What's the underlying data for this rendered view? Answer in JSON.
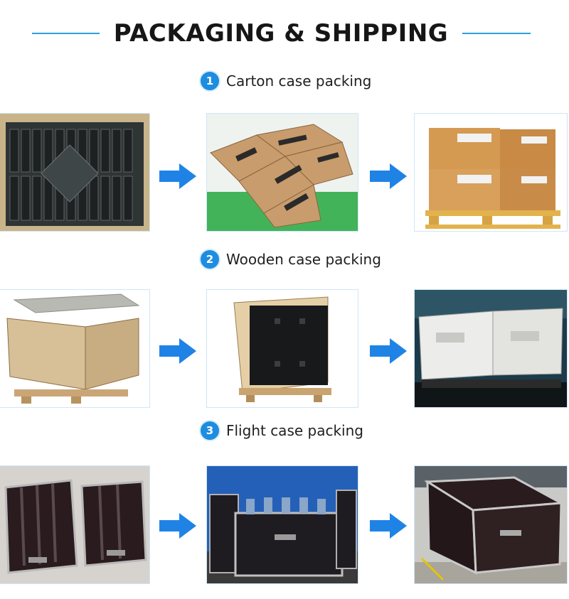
{
  "header": {
    "title": "PACKAGING & SHIPPING"
  },
  "sections": [
    {
      "number": "1",
      "label": "Carton case packing"
    },
    {
      "number": "2",
      "label": "Wooden case packing"
    },
    {
      "number": "3",
      "label": "Flight case packing"
    }
  ],
  "colors": {
    "accent": "#1e8de0",
    "arrow": "#1f83e6",
    "line": "#2a9fe0"
  },
  "icons": {
    "arrow": "right-arrow-icon"
  }
}
